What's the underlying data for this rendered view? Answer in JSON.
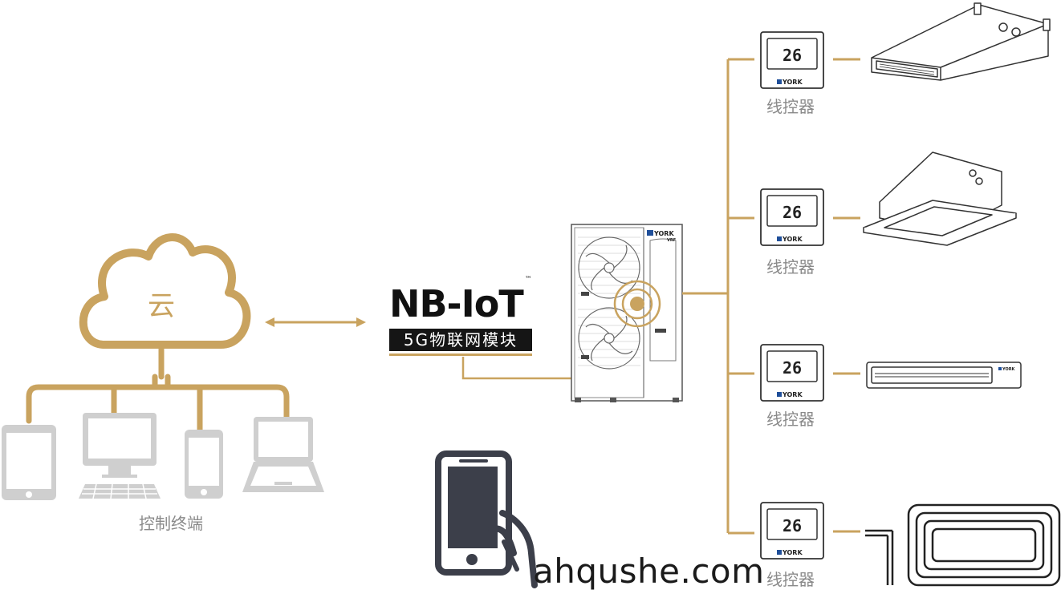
{
  "cloud": {
    "label": "云"
  },
  "terminals": {
    "label": "控制终端"
  },
  "nbiot": {
    "logo": "NB-IoT",
    "trademark": "™",
    "subtitle": "5G物联网模块"
  },
  "outdoor_unit": {
    "brand": "YORK",
    "model": "VRF"
  },
  "controllers": [
    {
      "display": "26",
      "brand": "YORK",
      "label": "线控器"
    },
    {
      "display": "26",
      "brand": "YORK",
      "label": "线控器"
    },
    {
      "display": "26",
      "brand": "YORK",
      "label": "线控器"
    },
    {
      "display": "26",
      "brand": "YORK",
      "label": "线控器"
    }
  ],
  "indoor_units": [
    {
      "icon": "ducted-unit-icon"
    },
    {
      "icon": "cassette-unit-icon"
    },
    {
      "icon": "wall-mounted-unit-icon",
      "brand": "YORK"
    },
    {
      "icon": "floor-heating-coil-icon"
    }
  ],
  "watermark": "ahqushe.com",
  "colors": {
    "accent": "#c9a35f",
    "device_gray": "#c8c8c8",
    "phone_dark": "#3c3f4a",
    "label_gray": "#8a8a8a"
  }
}
